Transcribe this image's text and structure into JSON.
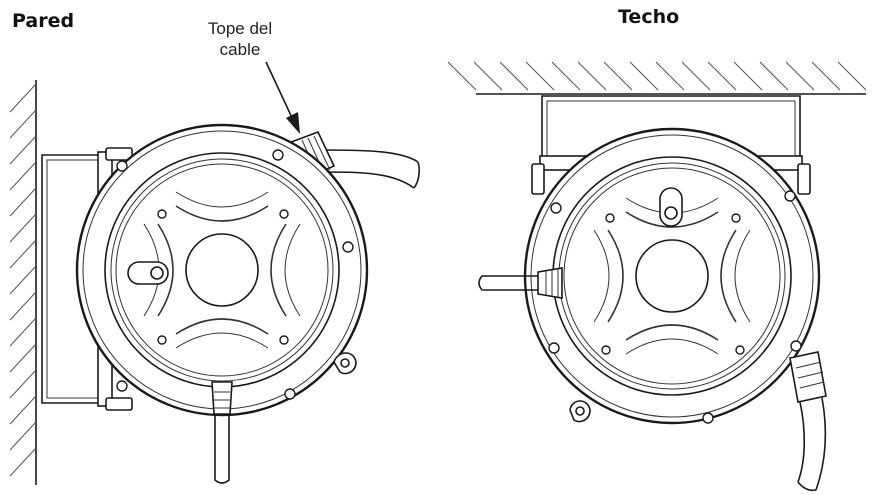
{
  "labels": {
    "wall": "Pared",
    "ceiling": "Techo",
    "cable_stop_line1": "Tope del",
    "cable_stop_line2": "cable"
  },
  "icons": {
    "pointer": "arrow-icon",
    "reel": "cable-reel-icon"
  },
  "colors": {
    "line": "#1a1a1a",
    "background": "#ffffff"
  }
}
